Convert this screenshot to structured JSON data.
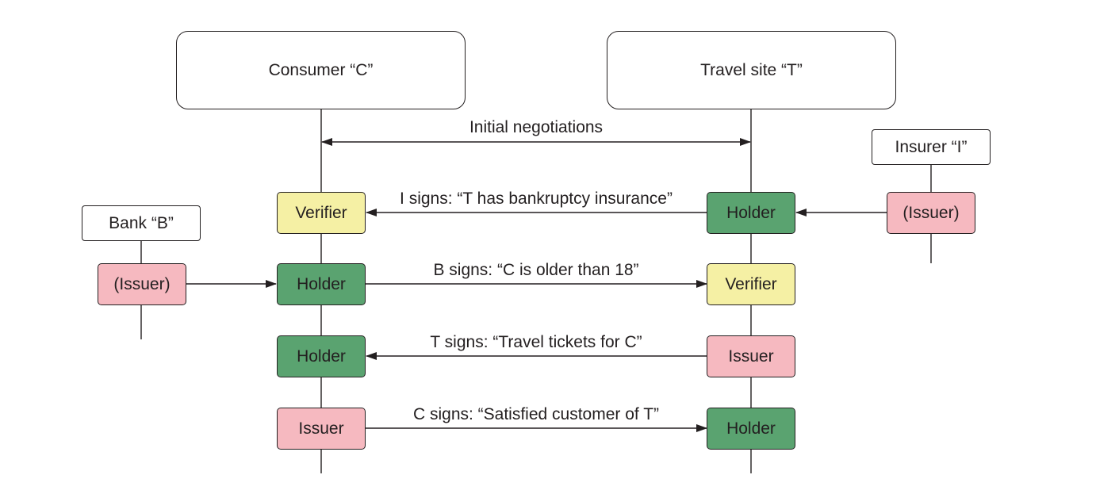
{
  "actors": {
    "consumer": "Consumer “C”",
    "travel_site": "Travel site “T”",
    "insurer": "Insurer “I”",
    "bank": "Bank “B”"
  },
  "messages": {
    "initial": "Initial negotiations",
    "insurance": "I signs: “T has bankruptcy insurance”",
    "age": "B signs: “C is older than 18”",
    "tickets": "T signs: “Travel tickets for C”",
    "satisfied": "C signs: “Satisfied customer of T”"
  },
  "roles": {
    "consumer_row1": "Verifier",
    "travel_row1": "Holder",
    "insurer_row1": "(Issuer)",
    "bank_row2": "(Issuer)",
    "consumer_row2": "Holder",
    "travel_row2": "Verifier",
    "consumer_row3": "Holder",
    "travel_row3": "Issuer",
    "consumer_row4": "Issuer",
    "travel_row4": "Holder"
  },
  "colors": {
    "holder": "#5aa370",
    "verifier": "#f5f0a4",
    "issuer": "#f6b9c0",
    "line": "#231f20"
  }
}
